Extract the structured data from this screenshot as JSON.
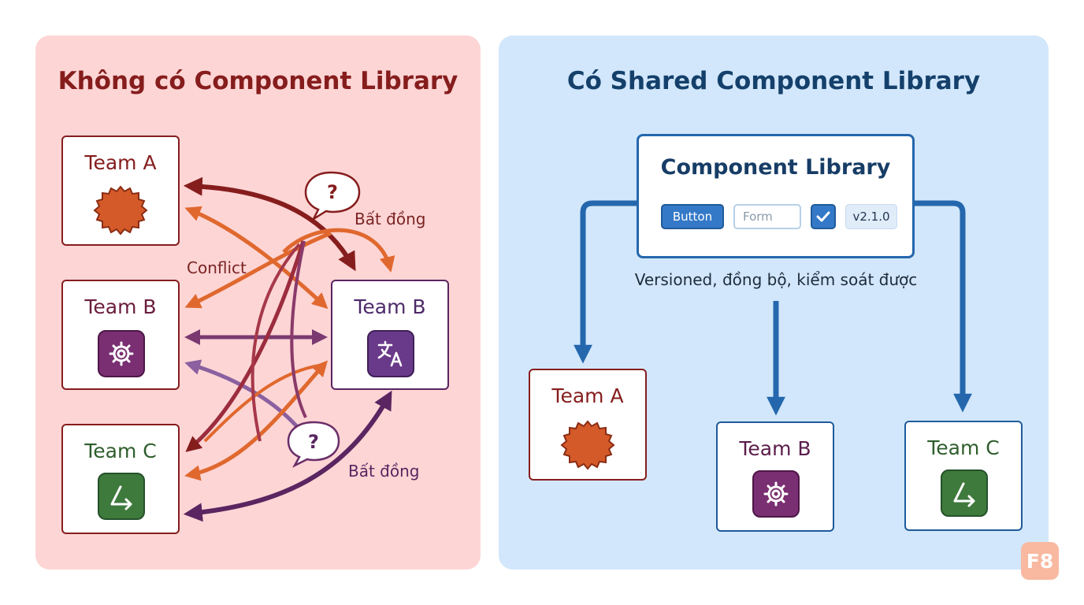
{
  "left_panel": {
    "title": "Không có Component Library",
    "teams": [
      {
        "label": "Team A",
        "icon": "badge-icon"
      },
      {
        "label": "Team B",
        "icon": "gear-icon"
      },
      {
        "label": "Team C",
        "icon": "share-arrow-icon"
      }
    ],
    "center_team": {
      "label": "Team B",
      "icon": "translate-icon"
    },
    "question_mark": "?",
    "annotations": {
      "disagreement_top": "Bất đồng",
      "conflict": "Conflict",
      "disagreement_bottom": "Bất đồng"
    },
    "colors": {
      "background": "#fdd5d5",
      "title": "#861d1d",
      "dark_red": "#861d1d",
      "orange": "#e0682e",
      "purple": "#7a3a70"
    }
  },
  "right_panel": {
    "title": "Có Shared Component Library",
    "library": {
      "title": "Component Library",
      "button_label": "Button",
      "form_placeholder": "Form",
      "version": "v2.1.0"
    },
    "caption": "Versioned, đồng bộ, kiểm soát được",
    "teams": [
      {
        "label": "Team A",
        "icon": "badge-icon"
      },
      {
        "label": "Team B",
        "icon": "gear-icon"
      },
      {
        "label": "Team C",
        "icon": "share-arrow-icon"
      }
    ],
    "colors": {
      "background": "#d2e7fb",
      "title": "#14406b",
      "arrow": "#2467ad"
    }
  },
  "brand": {
    "text": "F8",
    "color": "#f8b9a0"
  }
}
